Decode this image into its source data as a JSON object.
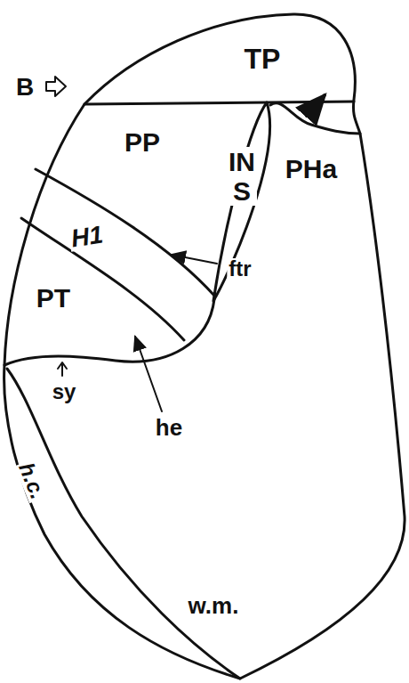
{
  "diagram": {
    "labels": [
      "TP",
      "B",
      "PP",
      "INS",
      "PHa",
      "H1",
      "ftr",
      "PT",
      "sy",
      "he",
      "h.c.",
      "w.m."
    ]
  }
}
